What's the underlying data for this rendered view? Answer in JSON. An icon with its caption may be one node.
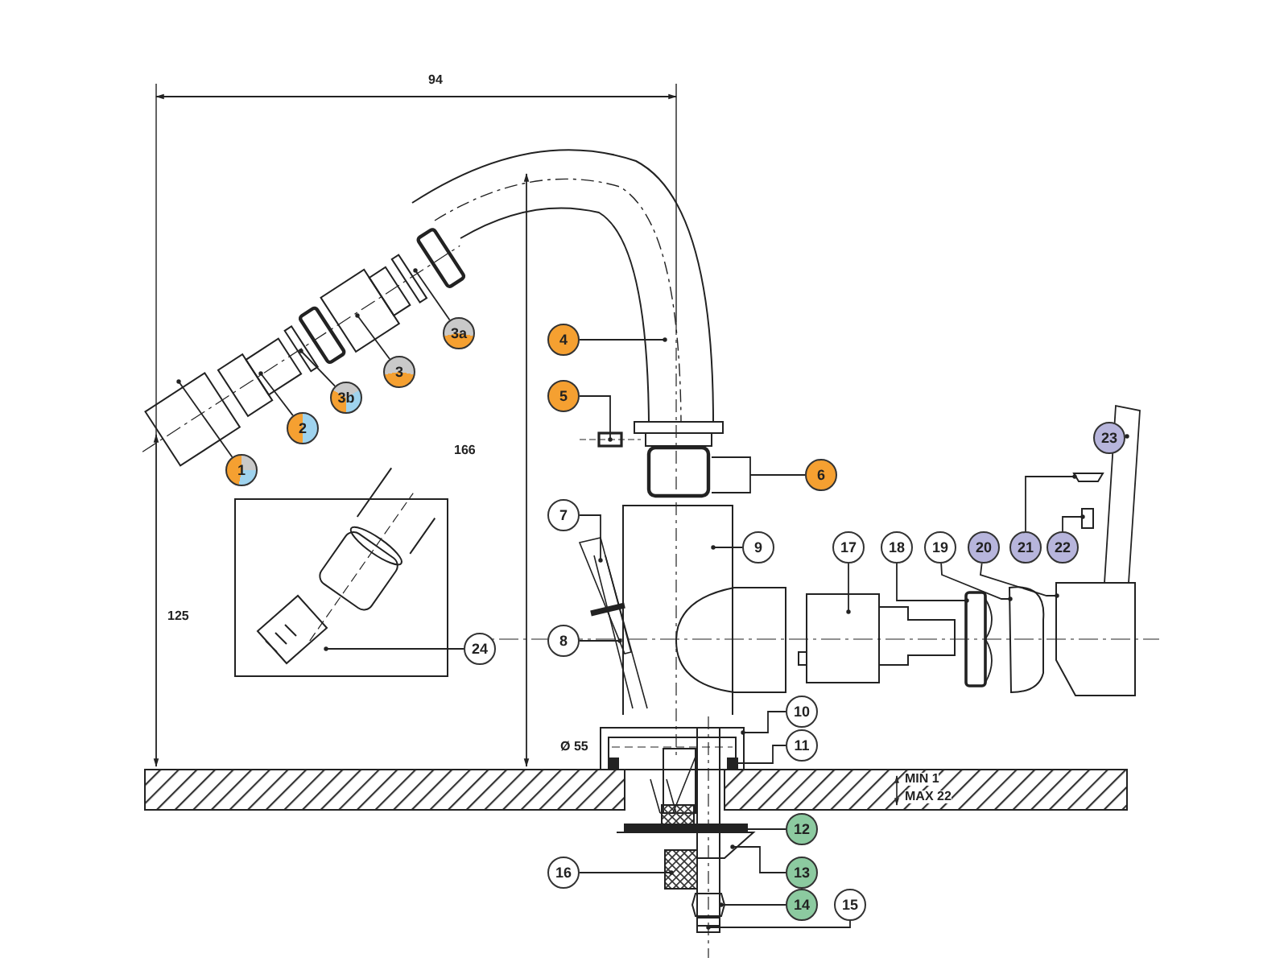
{
  "diagram": {
    "nodes": [
      {
        "text": [
          "1"
        ]
      },
      {
        "text": [
          "2"
        ]
      },
      {
        "text": [
          "3b"
        ]
      },
      {
        "text": [
          "3"
        ]
      },
      {
        "text": [
          "3a"
        ]
      },
      {
        "text": [
          "4"
        ]
      },
      {
        "text": [
          "5"
        ]
      },
      {
        "text": [
          "6"
        ]
      },
      {
        "text": [
          "7"
        ]
      },
      {
        "text": [
          "9"
        ]
      },
      {
        "text": [
          "17"
        ]
      },
      {
        "text": [
          "18"
        ]
      },
      {
        "text": [
          "19"
        ]
      },
      {
        "text": [
          "20"
        ]
      },
      {
        "text": [
          "21"
        ]
      },
      {
        "text": [
          "22"
        ]
      },
      {
        "text": [
          "23"
        ]
      },
      {
        "text": [
          "24"
        ]
      },
      {
        "text": [
          "8"
        ]
      },
      {
        "text": [
          "10"
        ]
      },
      {
        "text": [
          "11"
        ]
      },
      {
        "text": [
          "12"
        ]
      },
      {
        "text": [
          "13"
        ]
      },
      {
        "text": [
          "14"
        ]
      },
      {
        "text": [
          "15"
        ]
      },
      {
        "text": [
          "16"
        ]
      },
      {
        "text": [],
        "shape": "box"
      },
      {
        "text": [],
        "shape": "picture"
      },
      {
        "text": [],
        "shape": "picture"
      },
      {
        "text": [],
        "shape": "picture"
      },
      {
        "text": [],
        "shape": "box"
      },
      {
        "text": [],
        "shape": "picture"
      },
      {
        "text": [],
        "shape": "box"
      },
      {
        "text": [],
        "shape": "box",
        "in": 32
      }
    ],
    "edges": [
      {
        "from": 0,
        "to": null,
        "arrow": "other"
      },
      {
        "from": 1,
        "to": null,
        "arrow": "other"
      },
      {
        "from": 2,
        "to": null,
        "arrow": "other"
      },
      {
        "from": 3,
        "to": null,
        "arrow": "other"
      },
      {
        "from": 4,
        "to": null,
        "arrow": "other"
      },
      {
        "from": 5,
        "to": null,
        "arrow": "other"
      },
      {
        "from": 6,
        "to": null,
        "arrow": "other"
      },
      {
        "from": 7,
        "to": null,
        "arrow": "none"
      },
      {
        "from": 8,
        "to": null,
        "arrow": "other"
      },
      {
        "from": 9,
        "to": null,
        "arrow": "other"
      },
      {
        "from": 10,
        "to": null,
        "arrow": "other"
      },
      {
        "from": 11,
        "to": 26,
        "arrow": "other"
      },
      {
        "from": 12,
        "to": 27,
        "arrow": "other"
      },
      {
        "from": 13,
        "to": 28,
        "arrow": "other"
      },
      {
        "from": 14,
        "to": 29,
        "arrow": "other"
      },
      {
        "from": 15,
        "to": 30,
        "arrow": "other"
      },
      {
        "from": 16,
        "to": null,
        "arrow": "other"
      },
      {
        "from": 17,
        "to": 31,
        "arrow": "other"
      },
      {
        "from": 18,
        "to": null,
        "arrow": "other"
      },
      {
        "from": 19,
        "to": 32,
        "arrow": "other"
      },
      {
        "from": 20,
        "to": 33,
        "arrow": "none"
      },
      {
        "from": 21,
        "to": null,
        "arrow": "none"
      },
      {
        "from": 22,
        "to": null,
        "arrow": "other"
      },
      {
        "from": 23,
        "to": null,
        "arrow": "other"
      },
      {
        "from": 24,
        "to": null,
        "arrow": "other"
      },
      {
        "from": 25,
        "to": null,
        "arrow": "other"
      }
    ],
    "labels": [
      "94",
      "166",
      "125",
      "Ø 55",
      "MIN 1",
      "MAX 22"
    ]
  }
}
